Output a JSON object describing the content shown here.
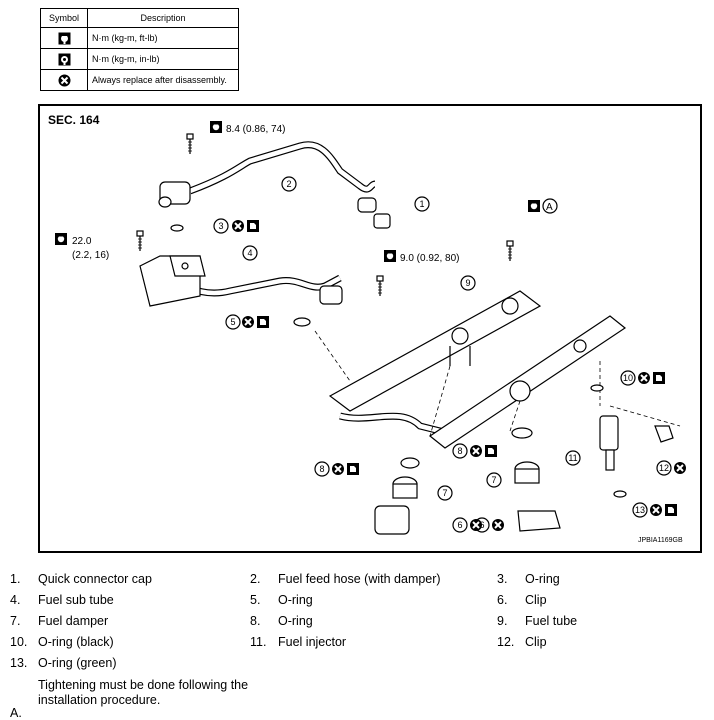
{
  "symbol_table": {
    "header_symbol": "Symbol",
    "header_description": "Description",
    "rows": [
      {
        "icon": "torque-wrench-icon",
        "description": "N·m (kg-m, ft-lb)"
      },
      {
        "icon": "torque-wrench-small-icon",
        "description": "N·m (kg-m, in-lb)"
      },
      {
        "icon": "replace-x-icon",
        "description": "Always replace after disassembly."
      }
    ]
  },
  "diagram": {
    "section": "SEC. 164",
    "image_code": "JPBIA1169GB",
    "torque_1": "8.4 (0.86, 74)",
    "torque_2_value": "22.0",
    "torque_2_paren": "(2.2, 16)",
    "torque_3": "9.0 (0.92, 80)",
    "note_letter": "A",
    "callouts": [
      "1",
      "2",
      "3",
      "4",
      "5",
      "6",
      "6",
      "7",
      "7",
      "8",
      "8",
      "9",
      "10",
      "11",
      "12",
      "13"
    ]
  },
  "legend": [
    {
      "num": "1.",
      "text": "Quick connector cap"
    },
    {
      "num": "2.",
      "text": "Fuel feed hose (with damper)"
    },
    {
      "num": "3.",
      "text": "O-ring"
    },
    {
      "num": "4.",
      "text": "Fuel sub tube"
    },
    {
      "num": "5.",
      "text": "O-ring"
    },
    {
      "num": "6.",
      "text": "Clip"
    },
    {
      "num": "7.",
      "text": "Fuel damper"
    },
    {
      "num": "8.",
      "text": "O-ring"
    },
    {
      "num": "9.",
      "text": "Fuel tube"
    },
    {
      "num": "10.",
      "text": "O-ring (black)"
    },
    {
      "num": "11.",
      "text": "Fuel injector"
    },
    {
      "num": "12.",
      "text": "Clip"
    },
    {
      "num": "13.",
      "text": "O-ring (green)"
    }
  ],
  "note": {
    "letter": "A.",
    "text": "Tightening must be done following the installation procedure."
  }
}
